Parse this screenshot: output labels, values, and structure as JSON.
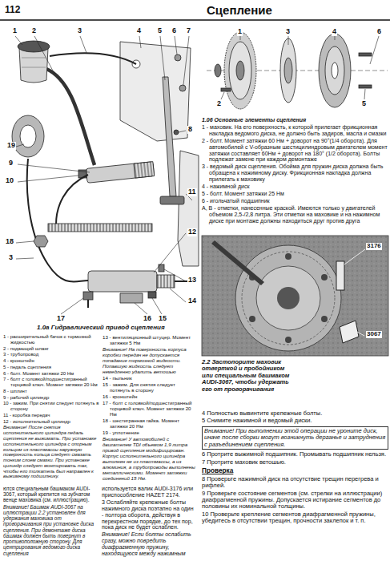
{
  "diagram": {
    "title": "Сцепление",
    "labels": [
      "112",
      "1",
      "2",
      "3",
      "4",
      "5",
      "6",
      "7",
      "8",
      "9",
      "10",
      "11",
      "12",
      "18",
      "3",
      "13",
      "14",
      "17",
      "16",
      "15",
      "19",
      "1.0а Гидравлический привод сцепления",
      "1 - расширительный бачок с тормозной жидкостью",
      "2 - подающий шланг",
      "3 - трубопровод",
      "4 - кронштейн",
      "5 - педаль сцепления",
      "6 - болт. Момент затяжки 20 Нм",
      "7 - болт с головкой/подшестигранный торцевой ключ. Момент затяжки 20 Нм",
      "8 - шплинт",
      "9 - рабочий цилиндр",
      "10 - зажим. При снятии следует потянуть в сторону",
      "11 - коробка передач",
      "12 - исполнительный цилиндр",
      "Внимание! После снятия исполнительного цилиндра педаль сцепления не выжимать. При установке исполнительного цилиндра с опорным кольцом из пластмассы наружную поверхность кольца следует смазать тонким слоем смазки. При установке цилиндр следует монтировать так, чтобы его толкатель был направлен к выжимному подшипнику.",
      "13 - вентиляционный штуцер. Момент затяжки 5 Нм",
      "Внимание! На поверхность корпуса коробки передач не допускается попадание тормозной жидкости. Попавшую жидкость следует немедленно удалить ветошью",
      "14 - пыльник",
      "15 - зажим. Для снятия следует потянуть в сторону",
      "16 - кронштейн",
      "17 - болт с головкой/подшестигранный торцевой ключ. Момент затяжки 20 Нм",
      "18 - шестигранная гайка. Момент затяжки 20 Нм",
      "19 - уплотнение",
      "Внимание! У автомобилей с двигателем TDI объемом 1,9 литра привод сцепления модифицирован. Корпус исполнительного цилиндра выполнен не из пластмассы, а из алюминия, а трубопроводы выполнены металлическими. Момент затяжки соединений 15 Нм.",
      "ются специальным башмаком AUDI-3067, который крепится на зубчатом венце маховика (см. иллюстрацию).",
      "Внимание! Башмак AUDI-3067 на иллюстрации 2.2 установлен для удержания маховика от проворачивания при установке диска сцепления. При демонтаже диска башмак должен быть повернут в противоположную сторону. Для центрирования ведомого диска сцепления",
      "используется валик AUDI-3176 или приспособление HAZET 2174.",
      "3 Ослабляйте крепежные болты нажимного диска поэтапно на один - полтора оборота, действуя в перекрестном порядке, до тех пор, пока диск не будет ослаблен.",
      "Внимание! Если болты ослабить сразу, можно повредить диафрагменную пружину, находящуюся между нажимным",
      "1",
      "2",
      "3",
      "4",
      "5",
      "6",
      "1.06 Основные элементы сцепления",
      "1 - маховик. На его поверхность, к которой прилегает фрикционная накладка ведомого диска, не должно быть задиров, масла и смазки",
      "2 - болт. Момент затяжки 60 Нм + доворот на 90°(1/4 оборота). Для автомобилей с V-образным шестицилиндровым двигателем момент затяжки составляет 60Нм + доворот на 180° (1/2 оборота). Болты подлежат замене при каждом демонтаже",
      "3 - ведомый диск сцепления. Обойма для пружин диска должна быть обращена к нажимному диску. Фрикционная накладка должна прилегать к маховику",
      "4 - нажимной диск",
      "5 - болт. Момент затяжки 25 Нм",
      "6 - игольчатый подшипник",
      "А, В - отметки, нанесенные краской. Имеются только у двигателей объемом 2,5-/2,8 литра. Эти отметки на маховике и на нажимном диске при монтаже должны находиться друг против друга",
      "3176",
      "3067",
      "2.2 Застопорите маховик отверткой и пробойником или специальным башмаком AUDI-3067, чтобы удержать его от проворачивания",
      "4 Полностью вывинтите крепежные болты.",
      "5 Снимите нажимной и ведомый диски.",
      "Внимание! При выполнении этой операции не уроните диск, иначе после сборки могут возникнуть дерганье и затруднения с разъединением сцепления.",
      "6 Протрите выжимной подшипник. Промывать подшипник нельзя.",
      "7 Протрите маховик ветошью.",
      "Проверка",
      "8 Проверьте нажимной диск на отсутствие трещин перегрева и рифлей.",
      "9 Проверьте состояние сегментов (см. стрелки на иллюстрации) диафрагменной пружины. Допускается истирание сегментов до половины их номинальной толщины.",
      "10 Проверьте крепление сегментов диафрагменной пружины, убедитесь в отсутствии трещин, прочности заклепок и т. п."
    ]
  }
}
